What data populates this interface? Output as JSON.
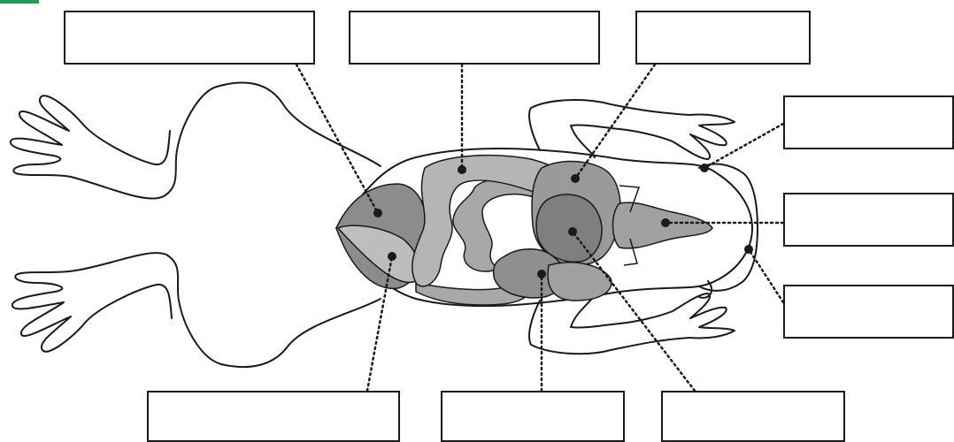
{
  "colors": {
    "accent": "#1f9d55",
    "outline": "#1a1a1a",
    "organ_dark": "#8c8c8c",
    "organ_mid": "#a8a8a8",
    "organ_light": "#cfcfcf",
    "leader": "#1a1a1a"
  },
  "diagram": {
    "subject": "frog-dissection-outline",
    "labels": [
      {
        "id": "box-top-left",
        "text": ""
      },
      {
        "id": "box-top-center",
        "text": ""
      },
      {
        "id": "box-top-right",
        "text": ""
      },
      {
        "id": "box-right-upper",
        "text": ""
      },
      {
        "id": "box-right-middle",
        "text": ""
      },
      {
        "id": "box-right-lower",
        "text": ""
      },
      {
        "id": "box-bottom-left",
        "text": ""
      },
      {
        "id": "box-bottom-center",
        "text": ""
      },
      {
        "id": "box-bottom-right",
        "text": ""
      }
    ]
  }
}
